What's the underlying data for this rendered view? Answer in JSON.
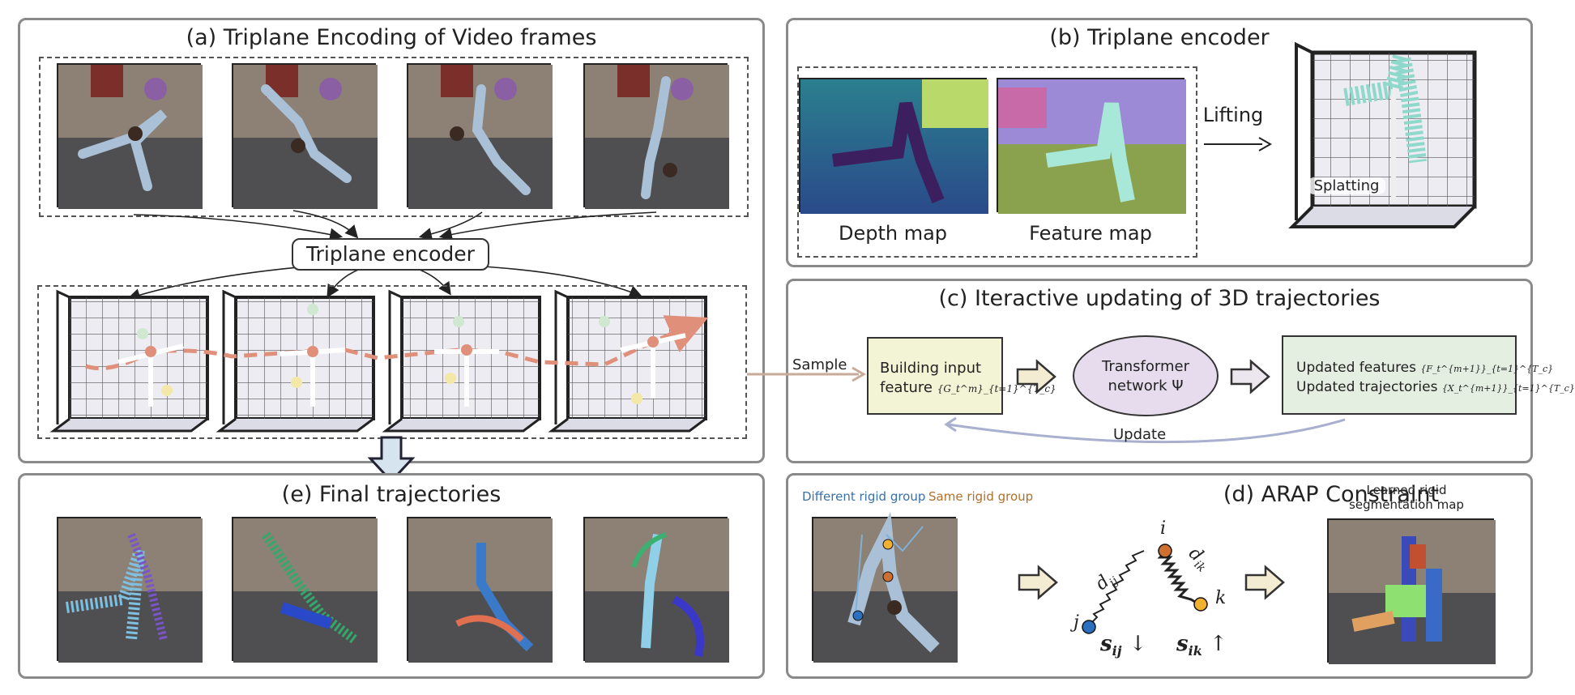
{
  "panels": {
    "a": {
      "title": "(a) Triplane Encoding of Video frames",
      "encoder_label": "Triplane encoder"
    },
    "b": {
      "title": "(b) Triplane encoder",
      "depth_label": "Depth map",
      "feature_label": "Feature map",
      "lifting_label": "Lifting",
      "splatting_label": "Splatting"
    },
    "c": {
      "title": "(c) Iteractive updating of 3D trajectories",
      "sample_label": "Sample",
      "building_line1": "Building input",
      "building_line2": "feature",
      "building_math": "{G_t^m}_{t=1}^{T_c}",
      "transformer_line1": "Transformer",
      "transformer_line2": "network Ψ",
      "updated_features": "Updated features",
      "updated_features_math": "{F_t^{m+1}}_{t=1}^{T_c}",
      "updated_traj": "Updated trajectories",
      "updated_traj_math": "{X_t^{m+1}}_{t=1}^{T_c}",
      "update_label": "Update"
    },
    "d": {
      "title": "(d) ARAP Constraint",
      "different_group": "Different rigid group",
      "same_group": "Same rigid group",
      "seg_line1": "Learned rigid",
      "seg_line2": "segmentation map",
      "node_i": "i",
      "node_j": "j",
      "node_k": "k",
      "d_ij": "d",
      "d_ij_sub": "ij",
      "d_ik": "d",
      "d_ik_sub": "ik",
      "s_ij": "s",
      "s_ij_sub": "ij",
      "s_ij_arrow": "↓",
      "s_ik": "s",
      "s_ik_sub": "ik",
      "s_ik_arrow": "↑"
    },
    "e": {
      "title": "(e) Final trajectories"
    }
  },
  "colors": {
    "panel_border": "#8a8a8a",
    "building_fill": "#f3f3d5",
    "transformer_fill": "#e7dcee",
    "updated_fill": "#e4efe2",
    "sample_arrow": "#c8ab98",
    "update_arrow": "#a9b0cf",
    "down_arrow": "#d6e4ef",
    "block_arrow": "#f4ecd2"
  }
}
